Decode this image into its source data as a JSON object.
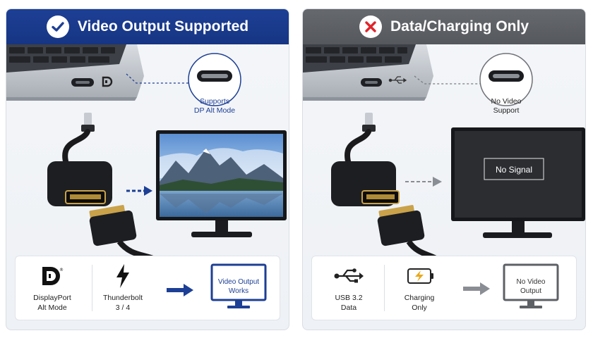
{
  "colors": {
    "supported_blue": "#1d3f95",
    "unsupported_gray": "#5d6065",
    "accent_red": "#e0242b"
  },
  "left": {
    "title": "Video Output Supported",
    "status_icon": "check-icon",
    "callout": {
      "line1": "Supports",
      "line2": "DP Alt Mode"
    },
    "port_symbol_icon": "displayport-icon",
    "footer": {
      "feature1": {
        "icon": "displayport-logo-icon",
        "line1": "DisplayPort",
        "line2": "Alt Mode"
      },
      "feature2": {
        "icon": "thunderbolt-icon",
        "line1": "Thunderbolt",
        "line2": "3 / 4"
      },
      "result": {
        "line1": "Video Output",
        "line2": "Works"
      }
    }
  },
  "right": {
    "title": "Data/Charging Only",
    "status_icon": "x-icon",
    "callout": {
      "line1": "No Video",
      "line2": "Support"
    },
    "port_symbol_icon": "usb-icon",
    "no_signal": "No Signal",
    "footer": {
      "feature1": {
        "icon": "usb-icon",
        "line1": "USB 3.2",
        "line2": "Data"
      },
      "feature2": {
        "icon": "battery-charging-icon",
        "line1": "Charging",
        "line2": "Only"
      },
      "result": {
        "line1": "No Video",
        "line2": "Output"
      }
    }
  }
}
